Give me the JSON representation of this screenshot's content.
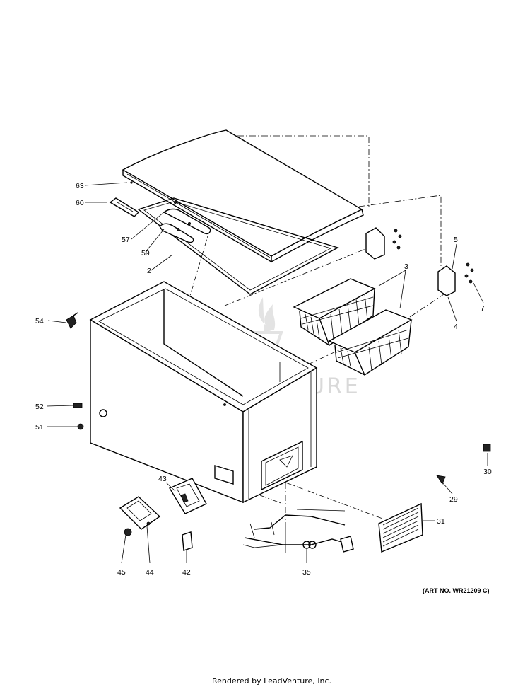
{
  "watermark": "LEADVENTURE",
  "art_number": "(ART NO. WR21209 C)",
  "footer": "Rendered by LeadVenture, Inc.",
  "callouts": {
    "c63": "63",
    "c60": "60",
    "c57": "57",
    "c59": "59",
    "c2": "2",
    "c5": "5",
    "c3": "3",
    "c7": "7",
    "c4": "4",
    "c54": "54",
    "c52": "52",
    "c51": "51",
    "c30": "30",
    "c43": "43",
    "c29": "29",
    "c31": "31",
    "c45": "45",
    "c44": "44",
    "c42": "42",
    "c35": "35"
  }
}
